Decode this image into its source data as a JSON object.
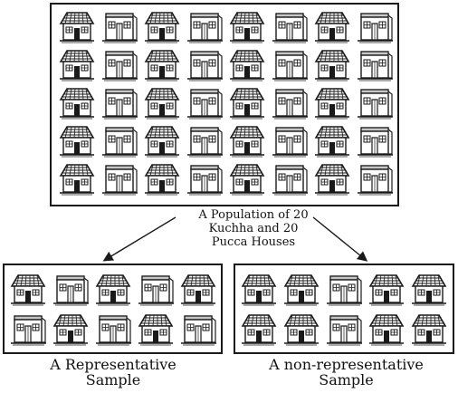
{
  "population": {
    "caption_line1": "A Population of 20",
    "caption_line2": "Kuchha and 20",
    "caption_line3": "Pucca Houses",
    "rows": [
      [
        "kuchha",
        "pucca",
        "kuchha",
        "pucca",
        "kuchha",
        "pucca",
        "kuchha",
        "pucca"
      ],
      [
        "kuchha",
        "pucca",
        "kuchha",
        "pucca",
        "kuchha",
        "pucca",
        "kuchha",
        "pucca"
      ],
      [
        "kuchha",
        "pucca",
        "kuchha",
        "pucca",
        "kuchha",
        "pucca",
        "kuchha",
        "pucca"
      ],
      [
        "kuchha",
        "pucca",
        "kuchha",
        "pucca",
        "kuchha",
        "pucca",
        "kuchha",
        "pucca"
      ],
      [
        "kuchha",
        "pucca",
        "kuchha",
        "pucca",
        "kuchha",
        "pucca",
        "kuchha",
        "pucca"
      ]
    ]
  },
  "representative_sample": {
    "caption_line1": "A Representative",
    "caption_line2": "Sample",
    "rows": [
      [
        "kuchha",
        "pucca",
        "kuchha",
        "pucca",
        "kuchha"
      ],
      [
        "pucca",
        "kuchha",
        "pucca",
        "kuchha",
        "pucca"
      ]
    ]
  },
  "non_representative_sample": {
    "caption_line1": "A non-representative",
    "caption_line2": "Sample",
    "rows": [
      [
        "kuchha",
        "kuchha",
        "pucca",
        "kuchha",
        "kuchha"
      ],
      [
        "kuchha",
        "kuchha",
        "pucca",
        "kuchha",
        "kuchha"
      ]
    ]
  },
  "colors": {
    "ink": "#1a1a1a",
    "paper": "#ffffff"
  }
}
